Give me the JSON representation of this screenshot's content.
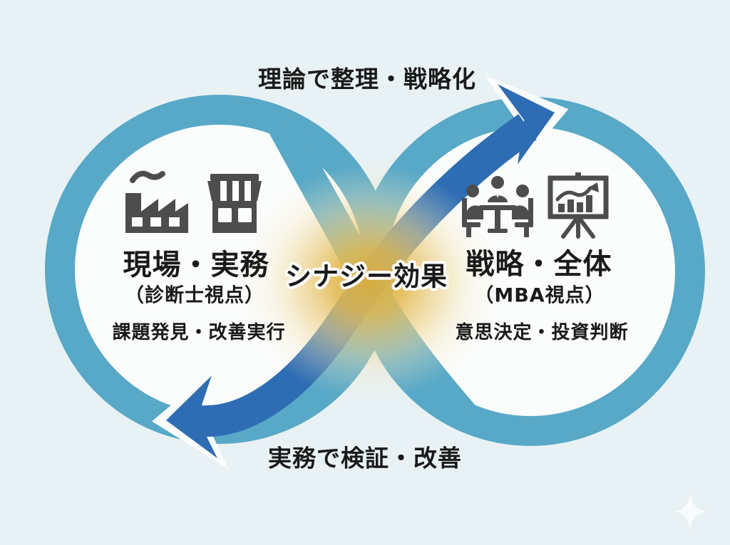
{
  "diagram": {
    "type": "infinity-loop",
    "top_label": "理論で整理・戦略化",
    "bottom_label": "実務で検証・改善",
    "center_label": "シナジー効果",
    "left_node": {
      "title": "現場・実務",
      "subtitle": "（診断士視点）",
      "detail": "課題発見・改善実行",
      "icons": [
        "factory-icon",
        "storefront-icon"
      ]
    },
    "right_node": {
      "title": "戦略・全体",
      "subtitle": "（MBA視点）",
      "detail": "意思決定・投資判断",
      "icons": [
        "meeting-icon",
        "presentation-chart-icon"
      ]
    },
    "colors": {
      "background": "#e8f1f4",
      "ring_interior": "#fbfdfd",
      "loop_teal": "#58a8c7",
      "arrow_blue": "#2e6db4",
      "glow_gold": "#ddae3c",
      "icon_gray": "#4d4d4d",
      "text_black": "#1a1a1a",
      "sparkle_white": "#ffffff"
    }
  }
}
